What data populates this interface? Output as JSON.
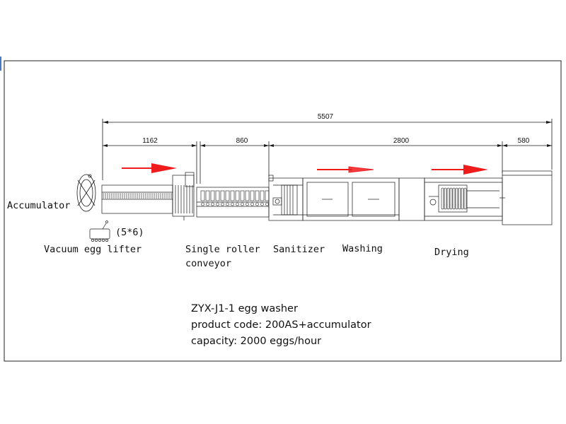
{
  "diagram": {
    "dimensions": {
      "total": "5507",
      "vacuum_lifter": "1162",
      "roller_conveyor": "860",
      "sanitizer_washing_drying": "2800",
      "end_section": "580"
    },
    "labels": {
      "accumulator": "Accumulator",
      "vacuum_lifter": "Vacuum egg lifter",
      "suction_count": "(5*6)",
      "roller_line1": "Single roller",
      "roller_line2": "conveyor",
      "sanitizer": "Sanitizer",
      "washing": "Washing",
      "drying": "Drying"
    },
    "info": {
      "model": "ZYX-J1-1 egg washer",
      "product_code": "product code: 200AS+accumulator",
      "capacity": "capacity: 2000 eggs/hour"
    },
    "colors": {
      "line": "#1a1a1a",
      "flow_arrow": "#ee1c1c",
      "frame": "#222222",
      "left_edge_accent": "#4a78c8"
    }
  }
}
